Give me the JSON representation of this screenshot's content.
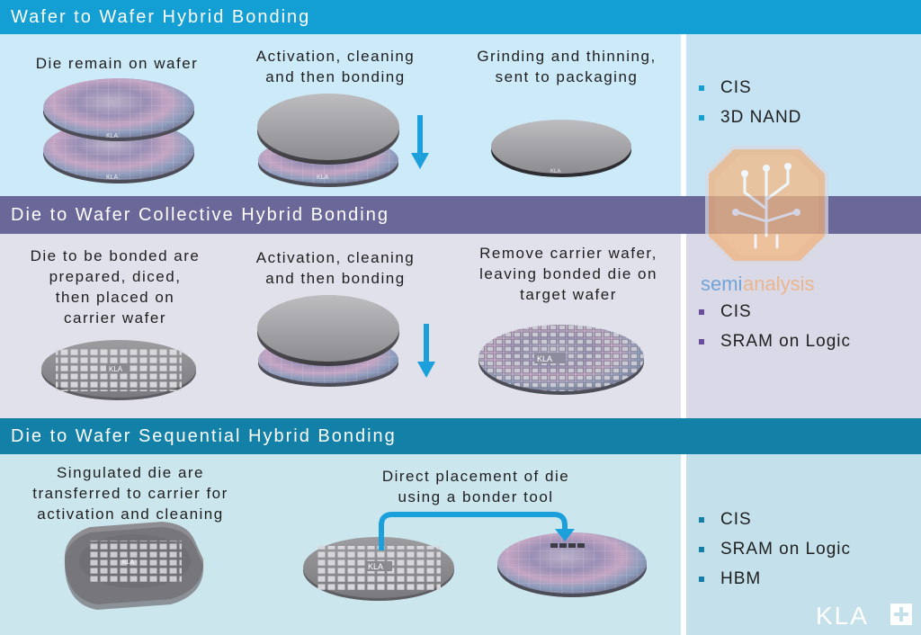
{
  "sections": [
    {
      "title": "Wafer to Wafer Hybrid Bonding",
      "captions": [
        "Die remain on wafer",
        "Activation, cleaning\nand then bonding",
        "Grinding and thinning,\nsent to packaging"
      ],
      "applications": [
        "CIS",
        "3D NAND"
      ]
    },
    {
      "title": "Die to Wafer Collective Hybrid Bonding",
      "captions": [
        "Die to be bonded are\nprepared, diced,\nthen placed on\ncarrier wafer",
        "Activation, cleaning\nand then bonding",
        "Remove carrier wafer,\nleaving bonded die on\ntarget wafer"
      ],
      "applications": [
        "CIS",
        "SRAM on Logic"
      ]
    },
    {
      "title": "Die to Wafer Sequential Hybrid Bonding",
      "captions": [
        "Singulated die are\ntransferred to carrier for\nactivation and cleaning",
        "Direct placement of die\nusing a bonder tool"
      ],
      "applications": [
        "CIS",
        "SRAM on Logic",
        "HBM"
      ]
    }
  ],
  "watermark": {
    "text_a": "semi",
    "text_b": "analysis"
  },
  "logo": {
    "text": "KLA",
    "wafer_mark": "KLA"
  },
  "colors": {
    "band_1": "#139fd3",
    "band_2": "#6a6799",
    "band_3": "#1380a8",
    "arrow": "#1ba0dc",
    "bullet_1": "#139fd3",
    "bullet_2": "#6a4c9c",
    "bullet_3": "#1380a8"
  }
}
